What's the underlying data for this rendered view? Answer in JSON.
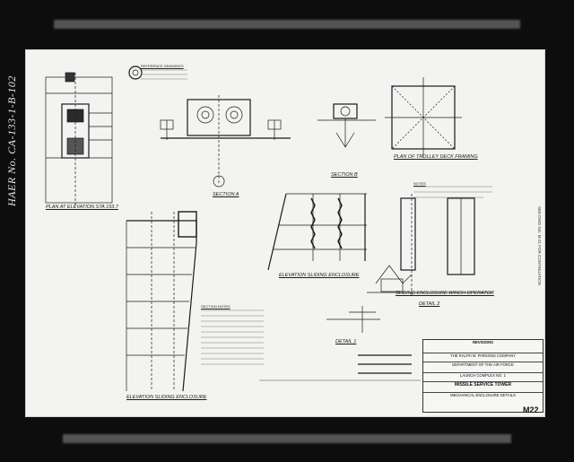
{
  "side_label": "HAER No. CA-133-1-B-102",
  "sheet_number": "M22",
  "drawing_labels": {
    "plan_elevation": "PLAN AT ELEVATION STA 153.7",
    "section_a": "SECTION A",
    "section_b": "SECTION B",
    "plan_trolley": "PLAN OF TROLLEY DECK FRAMING",
    "elevation_enclosure": "ELEVATION SLIDING ENCLOSURE",
    "elevation_left": "ELEVATION SLIDING ENCLOSURE",
    "winch_operator": "SLIDING ENCLOSURE WINCH OPERATOR",
    "detail_1": "DETAIL 1",
    "detail_2": "DETAIL 2",
    "section_notes": "SECTION NOTES",
    "reference_drawings": "REFERENCE DRAWINGS",
    "notes": "NOTES"
  },
  "title_block": {
    "company": "THE RALPH M. PARSONS COMPANY",
    "department": "DEPARTMENT OF THE AIR FORCE",
    "project": "LAUNCH COMPLEX NO. 1",
    "drawing_title": "MISSILE SERVICE TOWER",
    "subtitle": "MECHANICAL ENCLOSURE DETAILS",
    "revision_header": "REVISIONS"
  },
  "right_margin_note": "SEE DWG NO. M-21 FOR CONTINUATION"
}
